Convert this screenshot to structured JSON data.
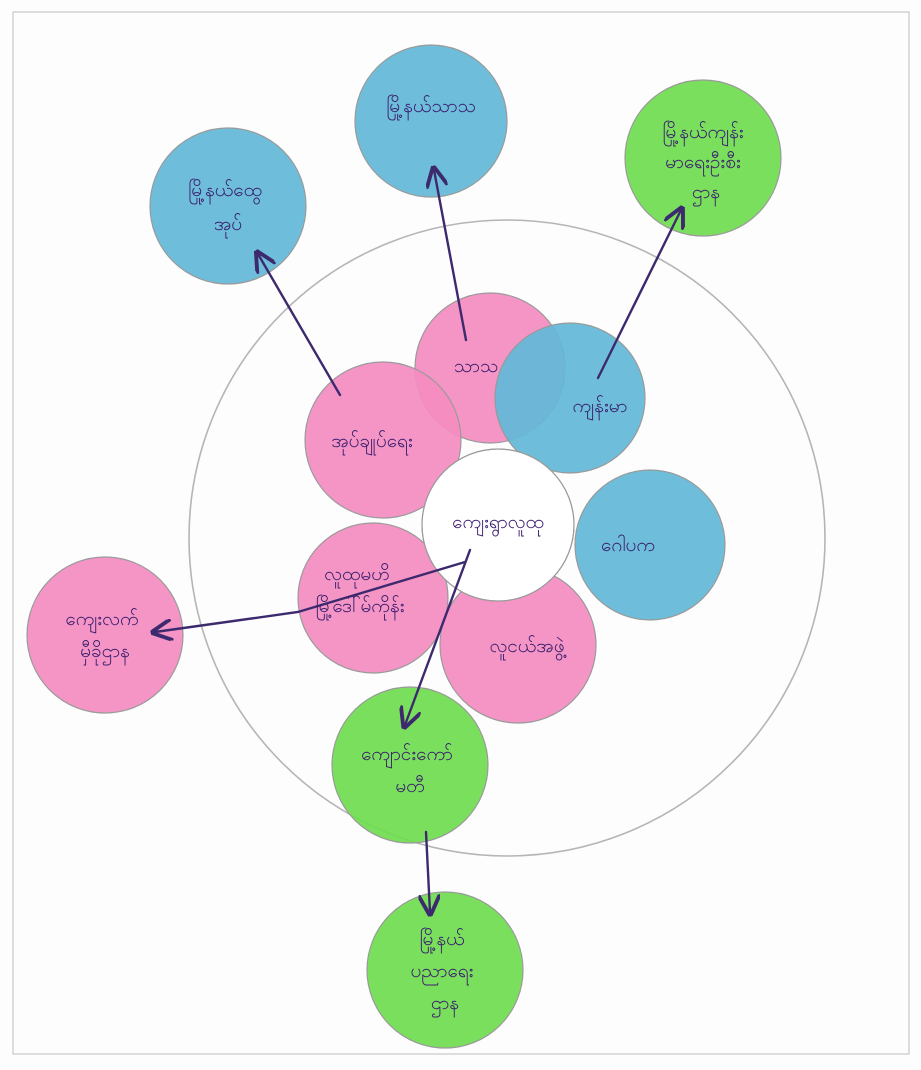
{
  "diagram": {
    "center": {
      "lines": [
        "ကျေးရွာလူထု"
      ]
    },
    "nodes": [
      {
        "id": "top-left",
        "color": "blue",
        "lines": [
          "မြို့နယ်ထွေ",
          "အုပ်"
        ]
      },
      {
        "id": "top",
        "color": "blue",
        "lines": [
          "မြို့နယ်သာသ"
        ]
      },
      {
        "id": "top-right",
        "color": "green",
        "lines": [
          "မြို့နယ်ကျန်း",
          "မာရေးဦးစီး",
          "ဌာန"
        ]
      },
      {
        "id": "inner-upper-left",
        "color": "pink",
        "lines": [
          "အုပ်ချုပ်ရေး"
        ]
      },
      {
        "id": "inner-top",
        "color": "pink",
        "lines": [
          "သာသ"
        ]
      },
      {
        "id": "inner-upper-right",
        "color": "blue",
        "lines": [
          "ကျန်းမာ"
        ]
      },
      {
        "id": "inner-right",
        "color": "blue",
        "lines": [
          "ဂေါပက"
        ]
      },
      {
        "id": "inner-left",
        "color": "pink",
        "lines": [
          "လူထုမဟိ",
          "မြို့ဒေါ်မ်ကိုန်း"
        ]
      },
      {
        "id": "inner-lower-right",
        "color": "pink",
        "lines": [
          "လူငယ်အဖွဲ့"
        ]
      },
      {
        "id": "far-left",
        "color": "pink",
        "lines": [
          "ကျေးလက်",
          "မှီခိုဌာန"
        ]
      },
      {
        "id": "lower",
        "color": "green",
        "lines": [
          "ကျောင်းကော်",
          "မတီ"
        ]
      },
      {
        "id": "bottom",
        "color": "green",
        "lines": [
          "မြို့နယ်",
          "ပညာရေး",
          "ဌာန"
        ]
      }
    ],
    "colors": {
      "pink": "#f48cc0",
      "blue": "#62b9d8",
      "green": "#6fdc4e",
      "arrow": "#3d2a6e",
      "ring": "#b5b5b5",
      "frame": "#c8c8c8"
    }
  }
}
